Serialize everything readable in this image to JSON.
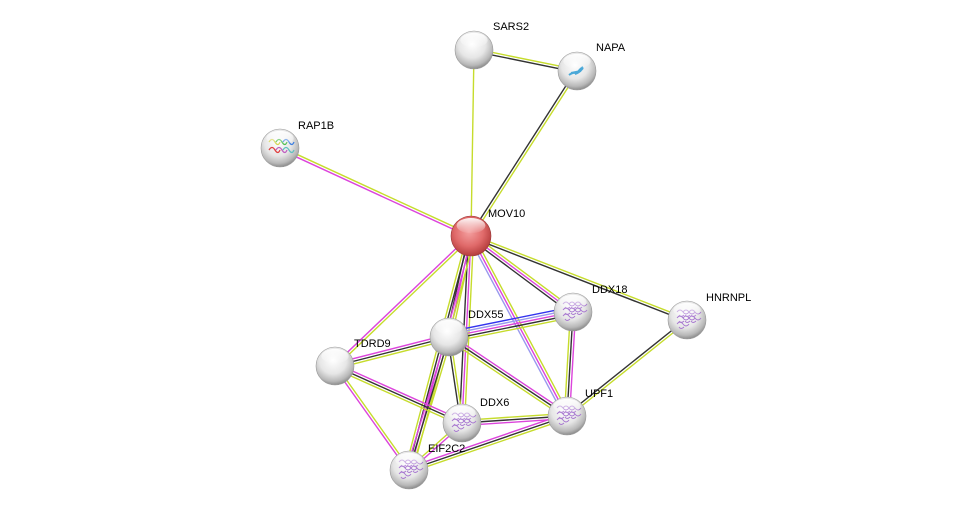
{
  "title": "STRING protein interaction network",
  "center_node": "MOV10",
  "colors": {
    "query_node": "#e06868",
    "node": "#e8e8e8",
    "edge_textmining": "#c6dc2c",
    "edge_coexpression": "#333333",
    "edge_experiments": "#dc44dc",
    "edge_databases": "#3333ee",
    "edge_homology": "#9999ee"
  },
  "nodes": [
    {
      "id": "MOV10",
      "label": "MOV10",
      "query": true,
      "structure": "none"
    },
    {
      "id": "SARS2",
      "label": "SARS2",
      "query": false,
      "structure": "none"
    },
    {
      "id": "NAPA",
      "label": "NAPA",
      "query": false,
      "structure": "blue"
    },
    {
      "id": "RAP1B",
      "label": "RAP1B",
      "query": false,
      "structure": "rainbow"
    },
    {
      "id": "DDX18",
      "label": "DDX18",
      "query": false,
      "structure": "purple"
    },
    {
      "id": "HNRNPL",
      "label": "HNRNPL",
      "query": false,
      "structure": "purple"
    },
    {
      "id": "DDX55",
      "label": "DDX55",
      "query": false,
      "structure": "none"
    },
    {
      "id": "TDRD9",
      "label": "TDRD9",
      "query": false,
      "structure": "none"
    },
    {
      "id": "DDX6",
      "label": "DDX6",
      "query": false,
      "structure": "purple"
    },
    {
      "id": "UPF1",
      "label": "UPF1",
      "query": false,
      "structure": "purple"
    },
    {
      "id": "EIF2C2",
      "label": "EIF2C2",
      "query": false,
      "structure": "purple"
    }
  ],
  "edges": [
    {
      "source": "SARS2",
      "target": "NAPA",
      "types": [
        "textmining",
        "coexpression"
      ]
    },
    {
      "source": "SARS2",
      "target": "MOV10",
      "types": [
        "textmining"
      ]
    },
    {
      "source": "NAPA",
      "target": "MOV10",
      "types": [
        "textmining",
        "coexpression"
      ]
    },
    {
      "source": "RAP1B",
      "target": "MOV10",
      "types": [
        "textmining",
        "experiments"
      ]
    },
    {
      "source": "MOV10",
      "target": "DDX18",
      "types": [
        "textmining",
        "experiments",
        "coexpression"
      ]
    },
    {
      "source": "MOV10",
      "target": "HNRNPL",
      "types": [
        "textmining",
        "coexpression"
      ]
    },
    {
      "source": "MOV10",
      "target": "DDX55",
      "types": [
        "textmining",
        "experiments",
        "coexpression"
      ]
    },
    {
      "source": "MOV10",
      "target": "TDRD9",
      "types": [
        "textmining",
        "experiments"
      ]
    },
    {
      "source": "MOV10",
      "target": "DDX6",
      "types": [
        "textmining",
        "experiments",
        "coexpression"
      ]
    },
    {
      "source": "MOV10",
      "target": "UPF1",
      "types": [
        "textmining",
        "experiments",
        "homology"
      ]
    },
    {
      "source": "MOV10",
      "target": "EIF2C2",
      "types": [
        "textmining",
        "experiments",
        "coexpression",
        "textmining"
      ]
    },
    {
      "source": "DDX55",
      "target": "DDX18",
      "types": [
        "databases",
        "homology",
        "experiments",
        "coexpression",
        "textmining"
      ]
    },
    {
      "source": "DDX55",
      "target": "TDRD9",
      "types": [
        "textmining",
        "coexpression",
        "experiments"
      ]
    },
    {
      "source": "DDX55",
      "target": "DDX6",
      "types": [
        "textmining",
        "coexpression"
      ]
    },
    {
      "source": "DDX55",
      "target": "UPF1",
      "types": [
        "experiments",
        "coexpression",
        "textmining"
      ]
    },
    {
      "source": "DDX55",
      "target": "EIF2C2",
      "types": [
        "textmining",
        "coexpression",
        "experiments"
      ]
    },
    {
      "source": "DDX18",
      "target": "UPF1",
      "types": [
        "experiments",
        "coexpression",
        "textmining"
      ]
    },
    {
      "source": "HNRNPL",
      "target": "UPF1",
      "types": [
        "textmining",
        "coexpression"
      ]
    },
    {
      "source": "TDRD9",
      "target": "DDX6",
      "types": [
        "experiments",
        "coexpression",
        "textmining"
      ]
    },
    {
      "source": "TDRD9",
      "target": "EIF2C2",
      "types": [
        "textmining",
        "experiments"
      ]
    },
    {
      "source": "DDX6",
      "target": "UPF1",
      "types": [
        "textmining",
        "coexpression",
        "experiments"
      ]
    },
    {
      "source": "DDX6",
      "target": "EIF2C2",
      "types": [
        "experiments",
        "textmining"
      ]
    },
    {
      "source": "UPF1",
      "target": "EIF2C2",
      "types": [
        "textmining",
        "coexpression",
        "experiments"
      ]
    }
  ]
}
